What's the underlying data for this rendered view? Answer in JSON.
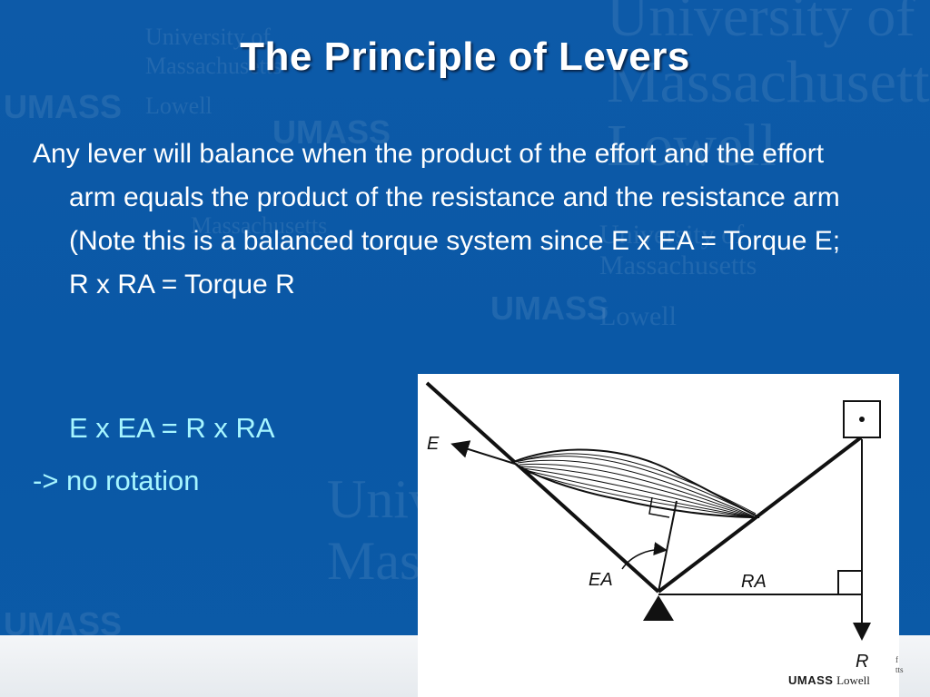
{
  "slide": {
    "title": "The Principle of Levers",
    "body": "Any lever will balance when the product of the effort and the effort arm equals the product of the resistance and the resistance arm (Note this is a balanced torque system since E x EA = Torque E; R x RA = Torque R",
    "equation": "E x EA = R x RA",
    "result": "-> no rotation"
  },
  "figure": {
    "labels": {
      "effort": "E",
      "effort_arm": "EA",
      "resistance_arm": "RA",
      "resistance": "R"
    }
  },
  "watermark": {
    "university": "University of",
    "massachusetts": "Massachusetts",
    "lowell": "Lowell",
    "umass": "UMASS"
  },
  "logo": {
    "umass": "UMASS",
    "lowell": "Lowell",
    "of": "f",
    "tts": "tts"
  },
  "colors": {
    "background": "#0b5aa7",
    "title": "#ffffff",
    "body_text": "#ffffff",
    "accent_text": "#a6f5ff"
  }
}
